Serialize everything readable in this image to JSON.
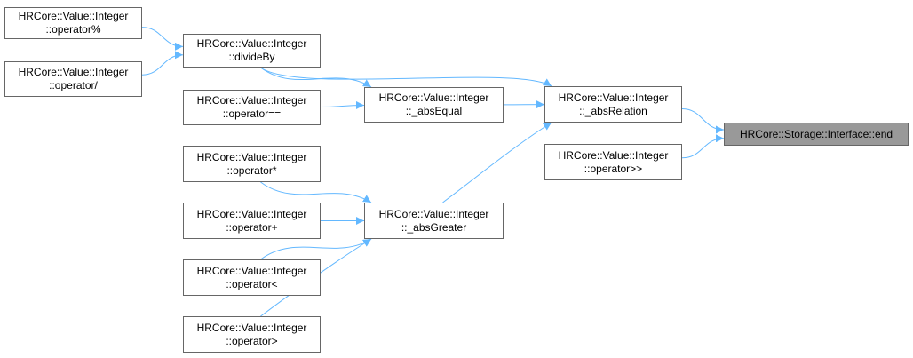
{
  "colors": {
    "edge": "#63b8ff",
    "node_border": "#666666",
    "highlight_fill": "#999999"
  },
  "nodes": [
    {
      "id": "n_mod",
      "line1": "HRCore::Value::Integer",
      "line2": "::operator%"
    },
    {
      "id": "n_div",
      "line1": "HRCore::Value::Integer",
      "line2": "::operator/"
    },
    {
      "id": "n_divBy",
      "line1": "HRCore::Value::Integer",
      "line2": "::divideBy"
    },
    {
      "id": "n_eq",
      "line1": "HRCore::Value::Integer",
      "line2": "::operator=="
    },
    {
      "id": "n_absEq",
      "line1": "HRCore::Value::Integer",
      "line2": "::_absEqual"
    },
    {
      "id": "n_absRel",
      "line1": "HRCore::Value::Integer",
      "line2": "::_absRelation"
    },
    {
      "id": "n_end",
      "line1": "HRCore::Storage::Interface::end",
      "line2": "",
      "highlight": true
    },
    {
      "id": "n_shr",
      "line1": "HRCore::Value::Integer",
      "line2": "::operator>>"
    },
    {
      "id": "n_mul",
      "line1": "HRCore::Value::Integer",
      "line2": "::operator*"
    },
    {
      "id": "n_absGt",
      "line1": "HRCore::Value::Integer",
      "line2": "::_absGreater"
    },
    {
      "id": "n_add",
      "line1": "HRCore::Value::Integer",
      "line2": "::operator+"
    },
    {
      "id": "n_lt",
      "line1": "HRCore::Value::Integer",
      "line2": "::operator<"
    },
    {
      "id": "n_gt",
      "line1": "HRCore::Value::Integer",
      "line2": "::operator>"
    }
  ],
  "edges": [
    {
      "from": "n_mod",
      "to": "n_divBy"
    },
    {
      "from": "n_div",
      "to": "n_divBy"
    },
    {
      "from": "n_divBy",
      "to": "n_absEq"
    },
    {
      "from": "n_divBy",
      "to": "n_absRel"
    },
    {
      "from": "n_eq",
      "to": "n_absEq"
    },
    {
      "from": "n_absEq",
      "to": "n_absRel"
    },
    {
      "from": "n_absRel",
      "to": "n_end"
    },
    {
      "from": "n_shr",
      "to": "n_end"
    },
    {
      "from": "n_absGt",
      "to": "n_absRel"
    },
    {
      "from": "n_mul",
      "to": "n_absGt"
    },
    {
      "from": "n_add",
      "to": "n_absGt"
    },
    {
      "from": "n_lt",
      "to": "n_absGt"
    },
    {
      "from": "n_gt",
      "to": "n_absGt"
    }
  ]
}
